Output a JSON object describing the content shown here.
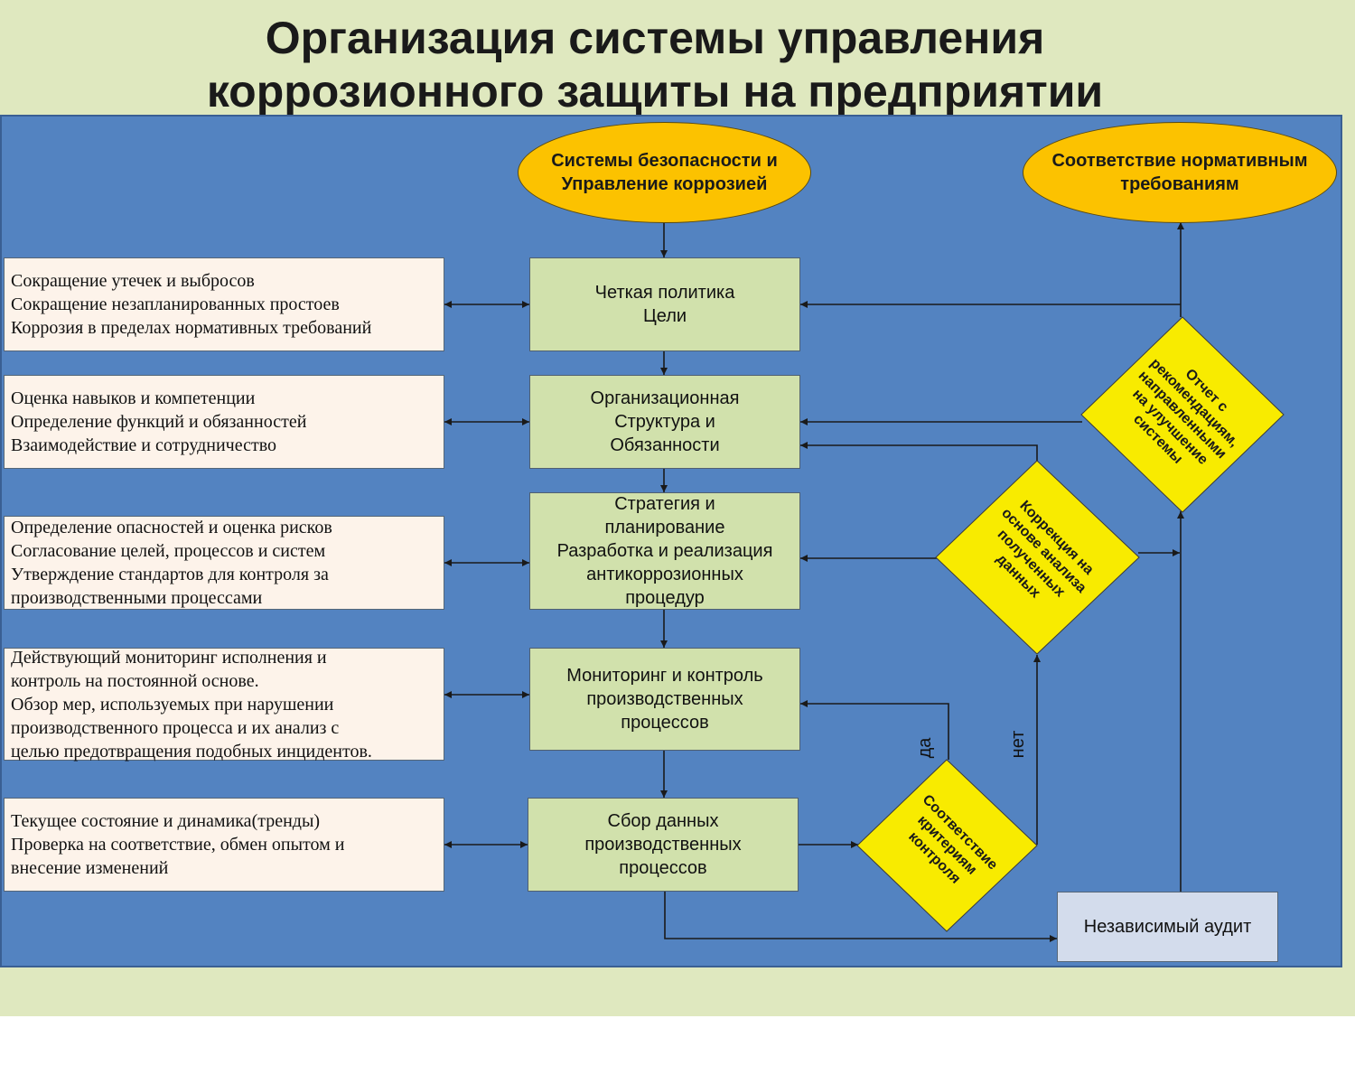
{
  "title": {
    "line1": "Организация системы управления",
    "line2": "коррозионного защиты на предприятии"
  },
  "ovals": {
    "safety": [
      "Системы безопасности и",
      "Управление коррозией"
    ],
    "compliance": [
      "Соответствие нормативным",
      "требованиям"
    ]
  },
  "steps": [
    [
      "Четкая политика",
      "Цели"
    ],
    [
      "Организационная",
      "Структура и",
      "Обязанности"
    ],
    [
      "Стратегия и",
      "планирование",
      "Разработка и реализация",
      "антикоррозионных",
      "процедур"
    ],
    [
      "Мониторинг и контроль",
      "производственных",
      "процессов"
    ],
    [
      "Сбор данных",
      "производственных",
      "процессов"
    ]
  ],
  "notes": [
    [
      "Сокращение утечек и выбросов",
      "Сокращение незапланированных простоев",
      "Коррозия в пределах нормативных требований"
    ],
    [
      "Оценка навыков и компетенции",
      "Определение функций и обязанностей",
      "Взаимодействие и сотрудничество"
    ],
    [
      "Определение опасностей и оценка рисков",
      "Согласование целей, процессов и систем",
      "Утверждение  стандартов для контроля за",
      "производственными процессами"
    ],
    [
      "Действующий мониторинг исполнения и",
      "контроль на постоянной основе.",
      "Обзор мер, используемых при нарушении",
      "производственного процесса и их анализ с",
      "целью предотвращения подобных инцидентов."
    ],
    [
      "Текущее состояние и динамика(тренды)",
      "Проверка на соответствие, обмен опытом и",
      "внесение изменений"
    ]
  ],
  "diamonds": {
    "report": [
      "Отчет с",
      "рекомендациям,",
      "направленными",
      "на улучшение",
      "системы"
    ],
    "correction": [
      "Коррекция на",
      "основе анализа",
      "полученных",
      "данных"
    ],
    "criteria": [
      "Соответствие",
      "критериям",
      "контроля"
    ]
  },
  "labels": {
    "yes": "да",
    "no": "нет"
  },
  "audit": "Независимый аудит",
  "colors": {
    "background": "#dfe8bf",
    "panel": "#5383c1",
    "step": "#d1e1ac",
    "note": "#fdf3ea",
    "oval": "#fcc200",
    "diamond": "#f8eb00",
    "audit": "#d3dcec"
  }
}
